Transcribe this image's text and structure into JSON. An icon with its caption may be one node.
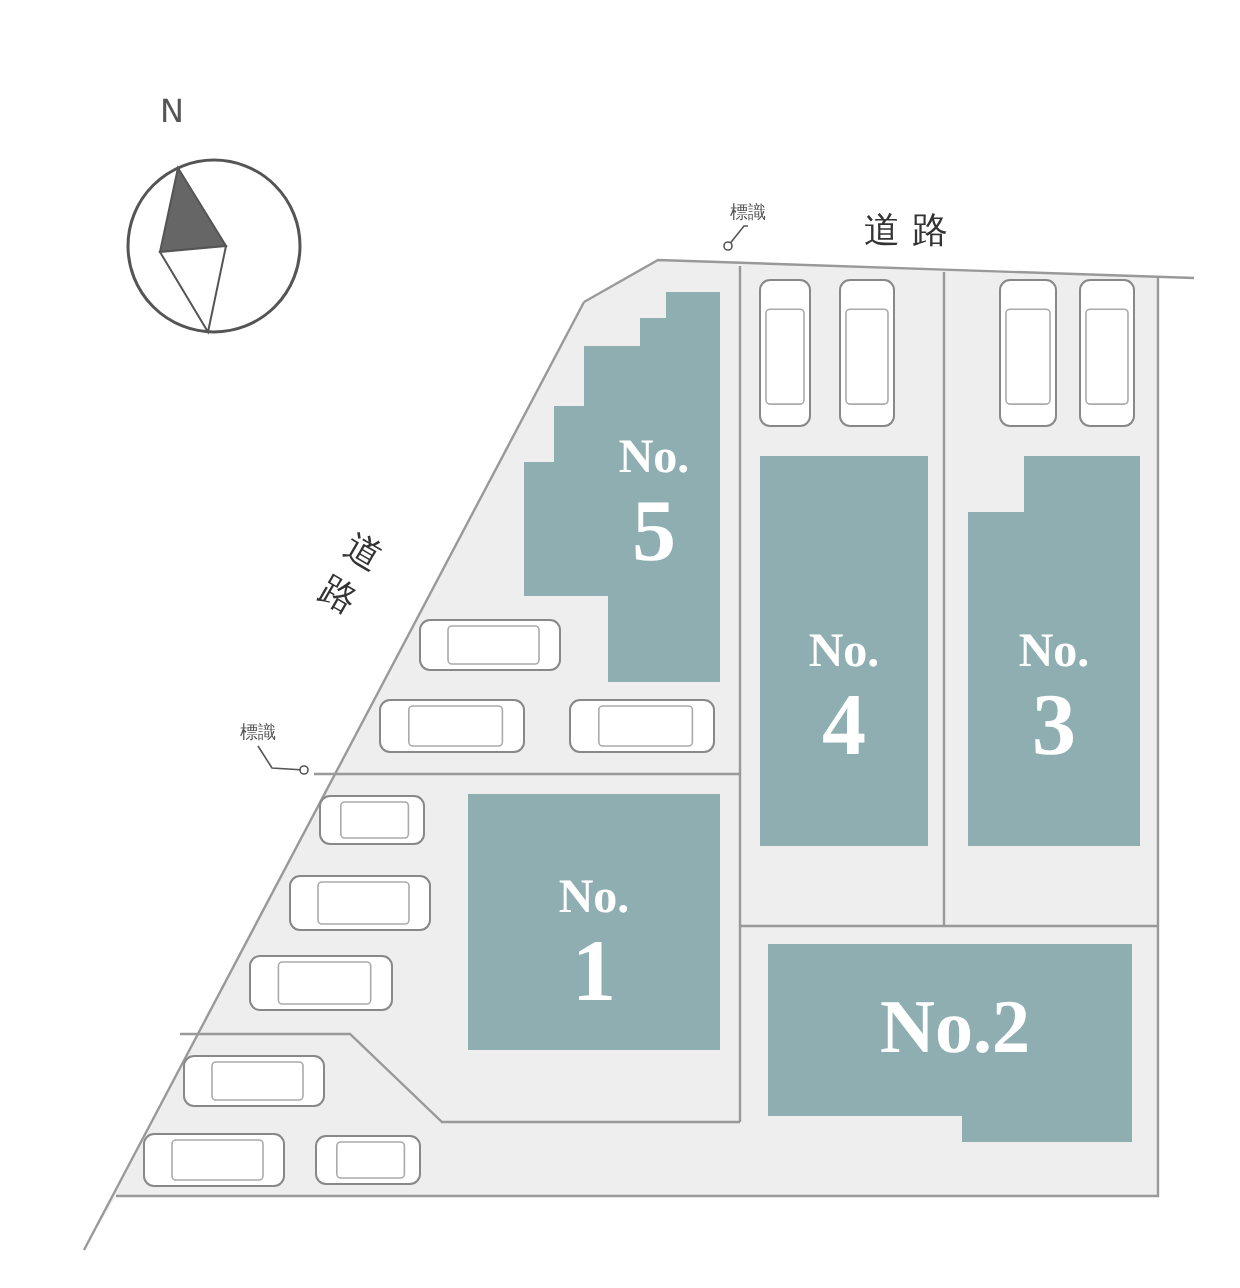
{
  "diagram": {
    "nodes": [
      {
        "text": [
          "No. 5"
        ]
      },
      {
        "text": [
          "No. 4"
        ]
      },
      {
        "text": [
          "No. 3"
        ]
      },
      {
        "text": [
          "No. 1"
        ]
      },
      {
        "text": [
          "No.2"
        ]
      },
      {
        "text": [
          "標識"
        ]
      },
      {
        "text": [
          "標識"
        ]
      }
    ],
    "edges": [
      {
        "from": 5,
        "to": null,
        "arrow": "other"
      },
      {
        "from": 6,
        "to": null,
        "arrow": "other"
      }
    ],
    "labels": [
      "N",
      "道路",
      "道路"
    ]
  }
}
